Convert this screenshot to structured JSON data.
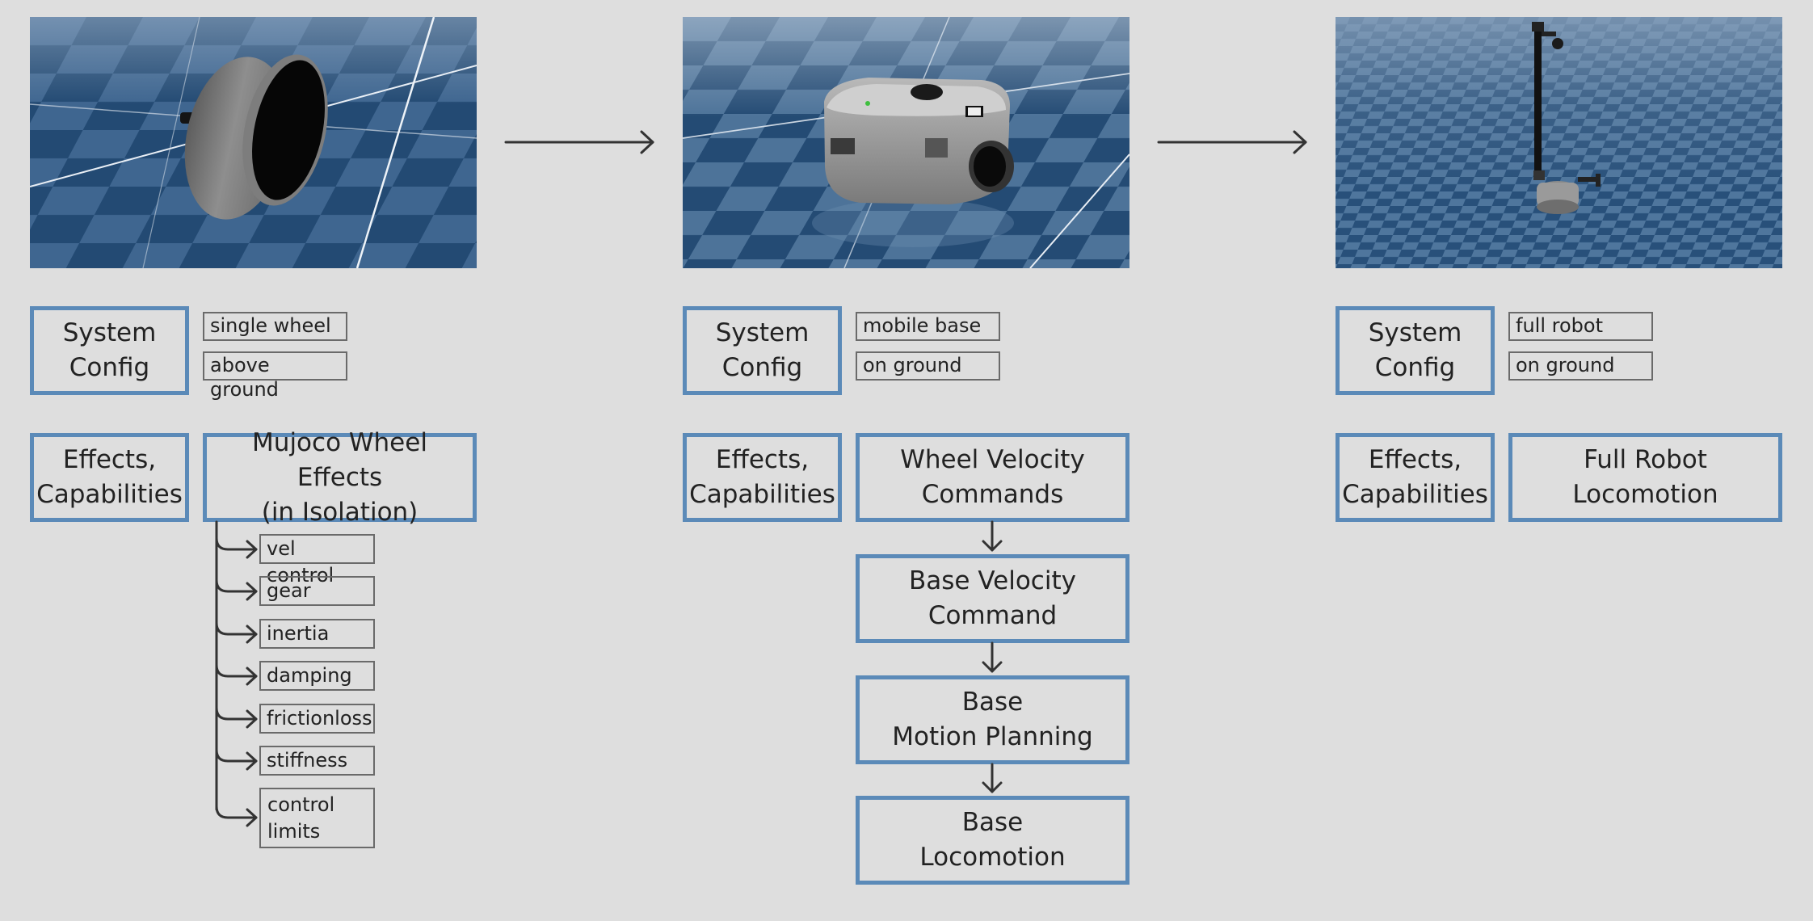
{
  "columns": [
    {
      "id": "wheel",
      "scene_name": "single wheel on a checkered floor",
      "system_config_label": "System\nConfig",
      "config_tags": [
        "single wheel",
        "above ground"
      ],
      "effects_label": "Effects,\nCapabilities",
      "main_box": "Mujoco Wheel Effects\n(in Isolation)",
      "sub_items": [
        "vel control",
        "gear",
        "inertia",
        "damping",
        "frictionloss",
        "stiffness",
        "control\nlimits"
      ]
    },
    {
      "id": "base",
      "scene_name": "mobile base on a checkered floor",
      "system_config_label": "System\nConfig",
      "config_tags": [
        "mobile base",
        "on ground"
      ],
      "effects_label": "Effects,\nCapabilities",
      "chain": [
        "Wheel Velocity\nCommands",
        "Base Velocity\nCommand",
        "Base\nMotion Planning",
        "Base\nLocomotion"
      ]
    },
    {
      "id": "robot",
      "scene_name": "full robot on a checkered floor",
      "system_config_label": "System\nConfig",
      "config_tags": [
        "full robot",
        "on ground"
      ],
      "effects_label": "Effects,\nCapabilities",
      "main_box": "Full Robot\nLocomotion"
    }
  ],
  "colors": {
    "box_border": "#5b8ab8",
    "tag_border": "#6a6a6a",
    "background": "#dedede",
    "floor_dark": "#1f3f63",
    "floor_light": "#4f729a",
    "arrow": "#333333"
  }
}
